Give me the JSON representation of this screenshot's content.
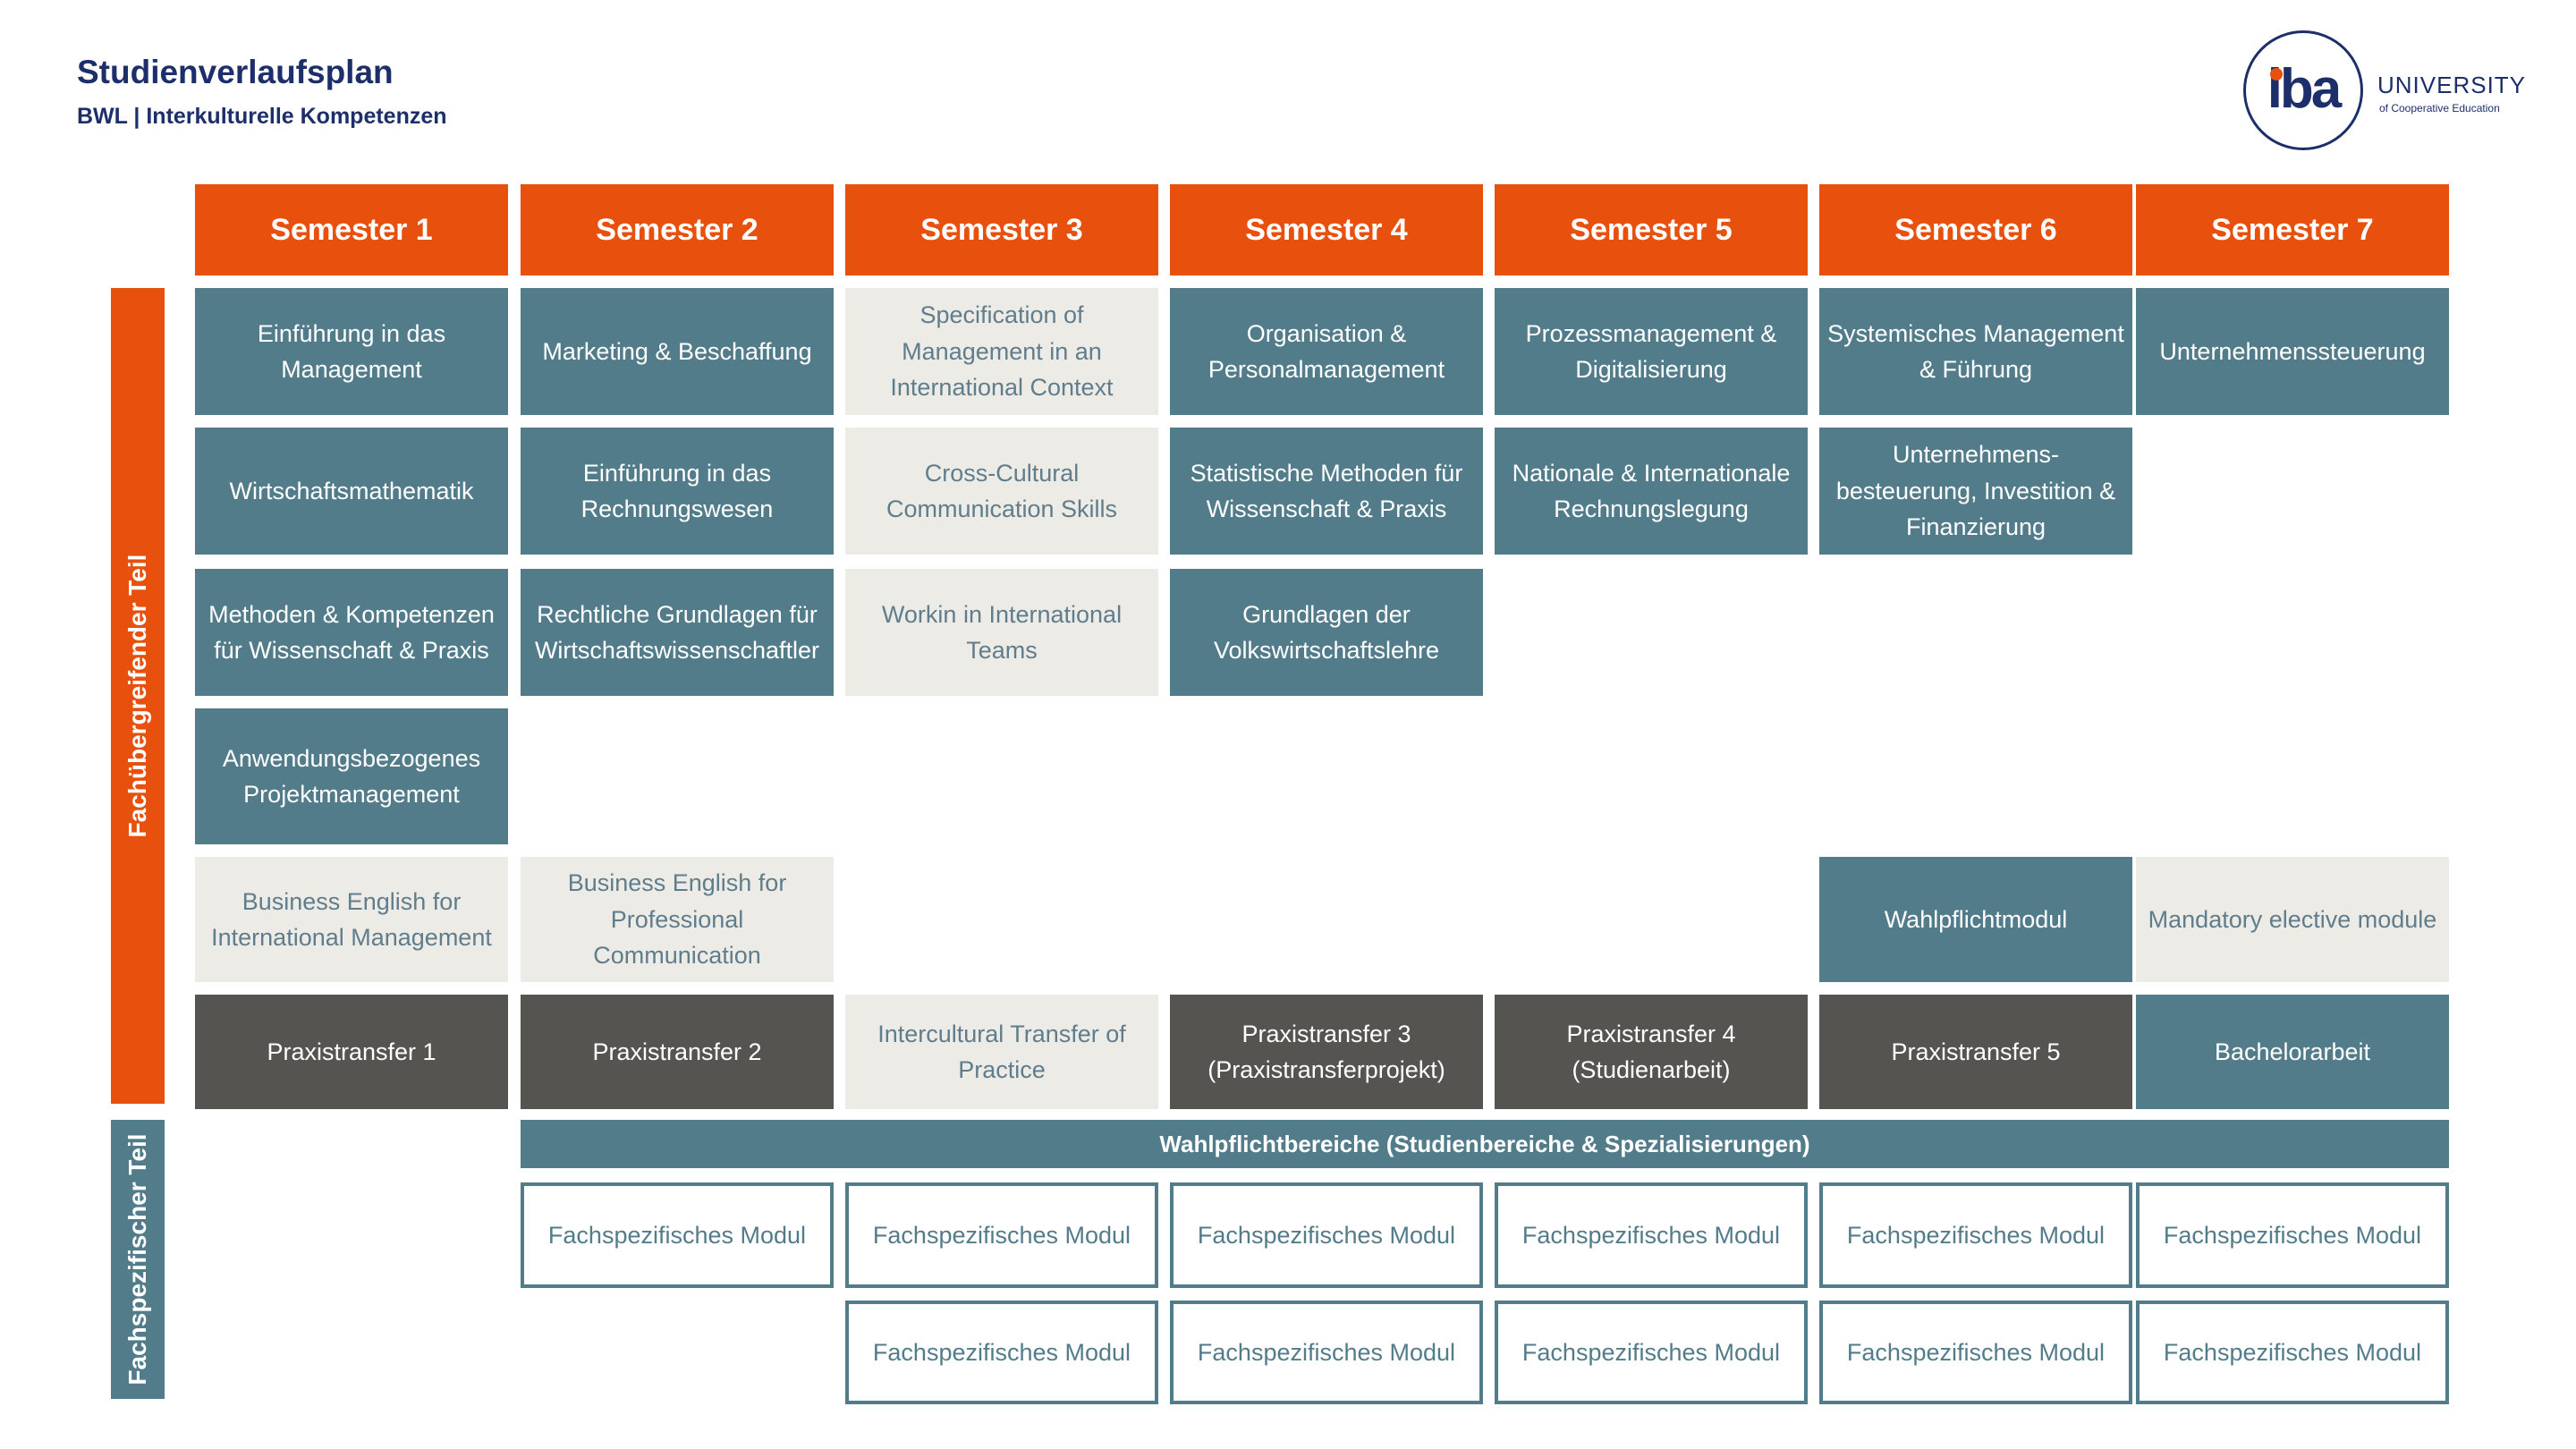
{
  "header": {
    "title": "Studienverlaufsplan",
    "subtitle": "BWL | Interkulturelle Kompetenzen"
  },
  "logo": {
    "mark": "iba",
    "word": "UNIVERSITY",
    "sub": "of Cooperative Education"
  },
  "semesters": [
    "Semester 1",
    "Semester 2",
    "Semester 3",
    "Semester 4",
    "Semester 5",
    "Semester 6",
    "Semester 7"
  ],
  "side_labels": {
    "fachuebergreifend": "Fachübergreifender Teil",
    "fachspezifisch": "Fachspezifischer Teil"
  },
  "modules": {
    "r1": [
      "Einführung in  das Management",
      "Marketing & Beschaffung",
      "Specification of Management in an International Context",
      "Organisation & Personalmanagement",
      "Prozessmanagement & Digitalisierung",
      "Systemisches Management & Führung",
      "Unternehmenssteuerung"
    ],
    "r2": [
      "Wirtschaftsmathematik",
      "Einführung in das Rechnungswesen",
      "Cross-Cultural Communication Skills",
      "Statistische Methoden für Wissenschaft & Praxis",
      "Nationale & Internationale Rechnungslegung",
      "Unternehmens-besteuerung, Investition & Finanzierung"
    ],
    "r3": [
      "Methoden & Kompetenzen für Wissenschaft & Praxis",
      "Rechtliche Grundlagen für Wirtschaftswissenschaftler",
      "Workin in International Teams",
      "Grundlagen der Volkswirtschaftslehre"
    ],
    "r4": [
      "Anwendungsbezogenes Projektmanagement"
    ],
    "r5": [
      "Business English for International Management",
      "Business English for Professional Communication",
      "Wahlpflichtmodul",
      "Mandatory elective module"
    ],
    "r6": [
      "Praxistransfer 1",
      "Praxistransfer 2",
      "Intercultural Transfer of Practice",
      "Praxistransfer 3 (Praxistransferprojekt)",
      "Praxistransfer 4 (Studienarbeit)",
      "Praxistransfer 5",
      "Bachelorarbeit"
    ]
  },
  "elective_band": "Wahlpflichtbereiche (Studienbereiche & Spezialisierungen)",
  "specific_module": "Fachspezifisches Modul",
  "colors": {
    "orange": "#e8500e",
    "teal": "#537c8b",
    "light": "#edebe6",
    "dark": "#555451",
    "navy": "#1d2f6b"
  }
}
